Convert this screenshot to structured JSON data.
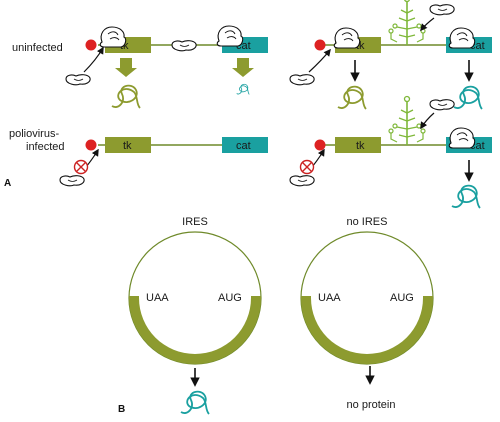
{
  "panel_a": {
    "label": "A",
    "row_labels": {
      "uninfected": "uninfected",
      "infected_line1": "poliovirus-",
      "infected_line2": "infected"
    },
    "genes": {
      "first": "tk",
      "second": "cat"
    }
  },
  "panel_b": {
    "label": "B",
    "circles": [
      {
        "top_label": "IRES",
        "left_label": "UAA",
        "right_label": "AUG",
        "product": "protein-coil"
      },
      {
        "top_label": "no IRES",
        "left_label": "UAA",
        "right_label": "AUG",
        "bottom_label": "no protein"
      }
    ]
  },
  "colors": {
    "tk": "#8d9b2f",
    "cat": "#1aa0a0",
    "cap": "#dd2222",
    "inhibit": "#cc2222",
    "mrna_line": "#6f8a2a",
    "ires": "#7fb83a"
  },
  "icons": [
    "ribosome-icon",
    "cap-icon",
    "eif4g-icon",
    "ires-structure-icon",
    "protein-coil-icon",
    "arrow-icon",
    "inhibition-icon"
  ]
}
